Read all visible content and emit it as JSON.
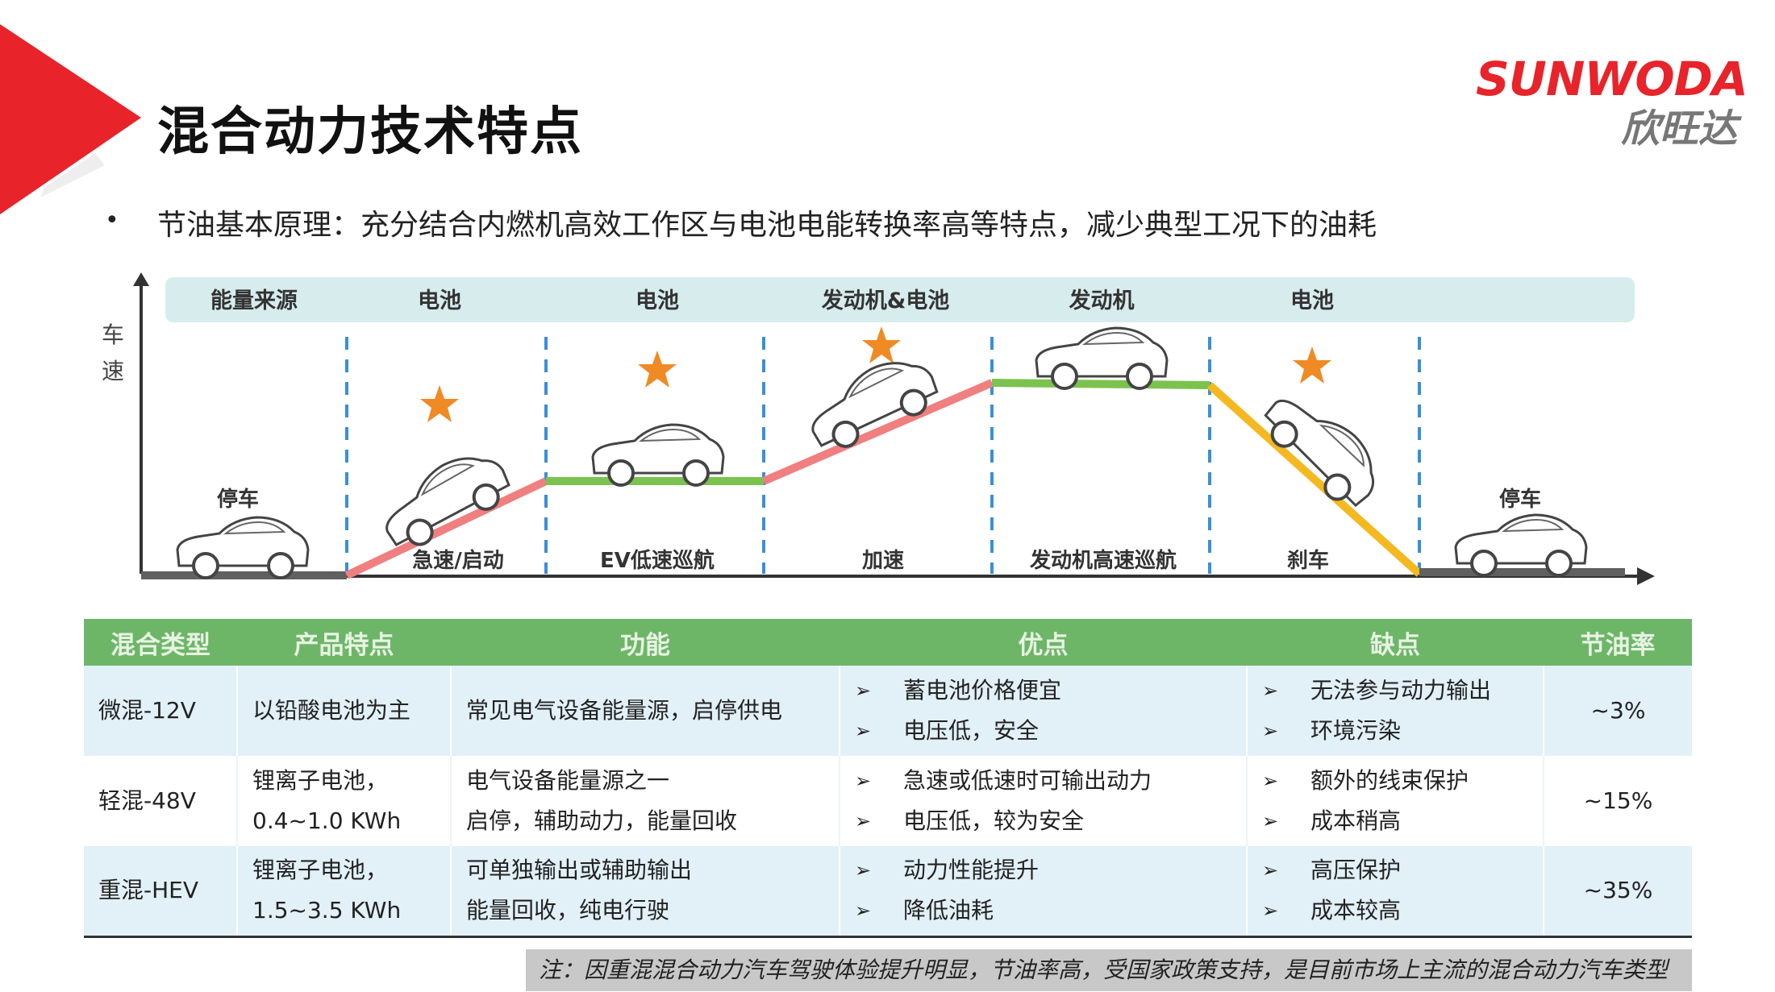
{
  "title": "混合动力技术特点",
  "logo": {
    "en": "SUNWODA",
    "cn": "欣旺达"
  },
  "bullet": "节油基本原理：充分结合内燃机高效工作区与电池电能转换率高等特点，减少典型工况下的油耗",
  "diagram": {
    "y_axis_label": [
      "车",
      "速"
    ],
    "source_header": "能量来源",
    "sources": [
      "电池",
      "电池",
      "发动机&电池",
      "发动机",
      "电池"
    ],
    "stages": [
      "停车",
      "急速/启动",
      "EV低速巡航",
      "加速",
      "发动机高速巡航",
      "刹车",
      "停车"
    ],
    "colors": {
      "accel": "#f07f7f",
      "cruise": "#7cc24f",
      "brake": "#f5b820",
      "idle": "#606060",
      "star": "#f08a24",
      "header_band": "#d7eced"
    }
  },
  "table": {
    "headers": [
      "混合类型",
      "产品特点",
      "功能",
      "优点",
      "缺点",
      "节油率"
    ],
    "rows": [
      {
        "type": "微混-12V",
        "feature": [
          "以铅酸电池为主"
        ],
        "function": [
          "常见电气设备能量源，启停供电"
        ],
        "pros": [
          "蓄电池价格便宜",
          "电压低，安全"
        ],
        "cons": [
          "无法参与动力输出",
          "环境污染"
        ],
        "rate": "~3%"
      },
      {
        "type": "轻混-48V",
        "feature": [
          "锂离子电池，",
          "0.4~1.0 KWh"
        ],
        "function": [
          "电气设备能量源之一",
          "启停，辅助动力，能量回收"
        ],
        "pros": [
          "急速或低速时可输出动力",
          "电压低，较为安全"
        ],
        "cons": [
          "额外的线束保护",
          "成本稍高"
        ],
        "rate": "~15%"
      },
      {
        "type": "重混-HEV",
        "feature": [
          "锂离子电池，",
          "1.5~3.5 KWh"
        ],
        "function": [
          "可单独输出或辅助输出",
          "能量回收，纯电行驶"
        ],
        "pros": [
          "动力性能提升",
          "降低油耗"
        ],
        "cons": [
          "高压保护",
          "成本较高"
        ],
        "rate": "~35%"
      }
    ],
    "bullet_icon": "➢"
  },
  "note": "注：因重混混合动力汽车驾驶体验提升明显，节油率高，受国家政策支持，是目前市场上主流的混合动力汽车类型"
}
